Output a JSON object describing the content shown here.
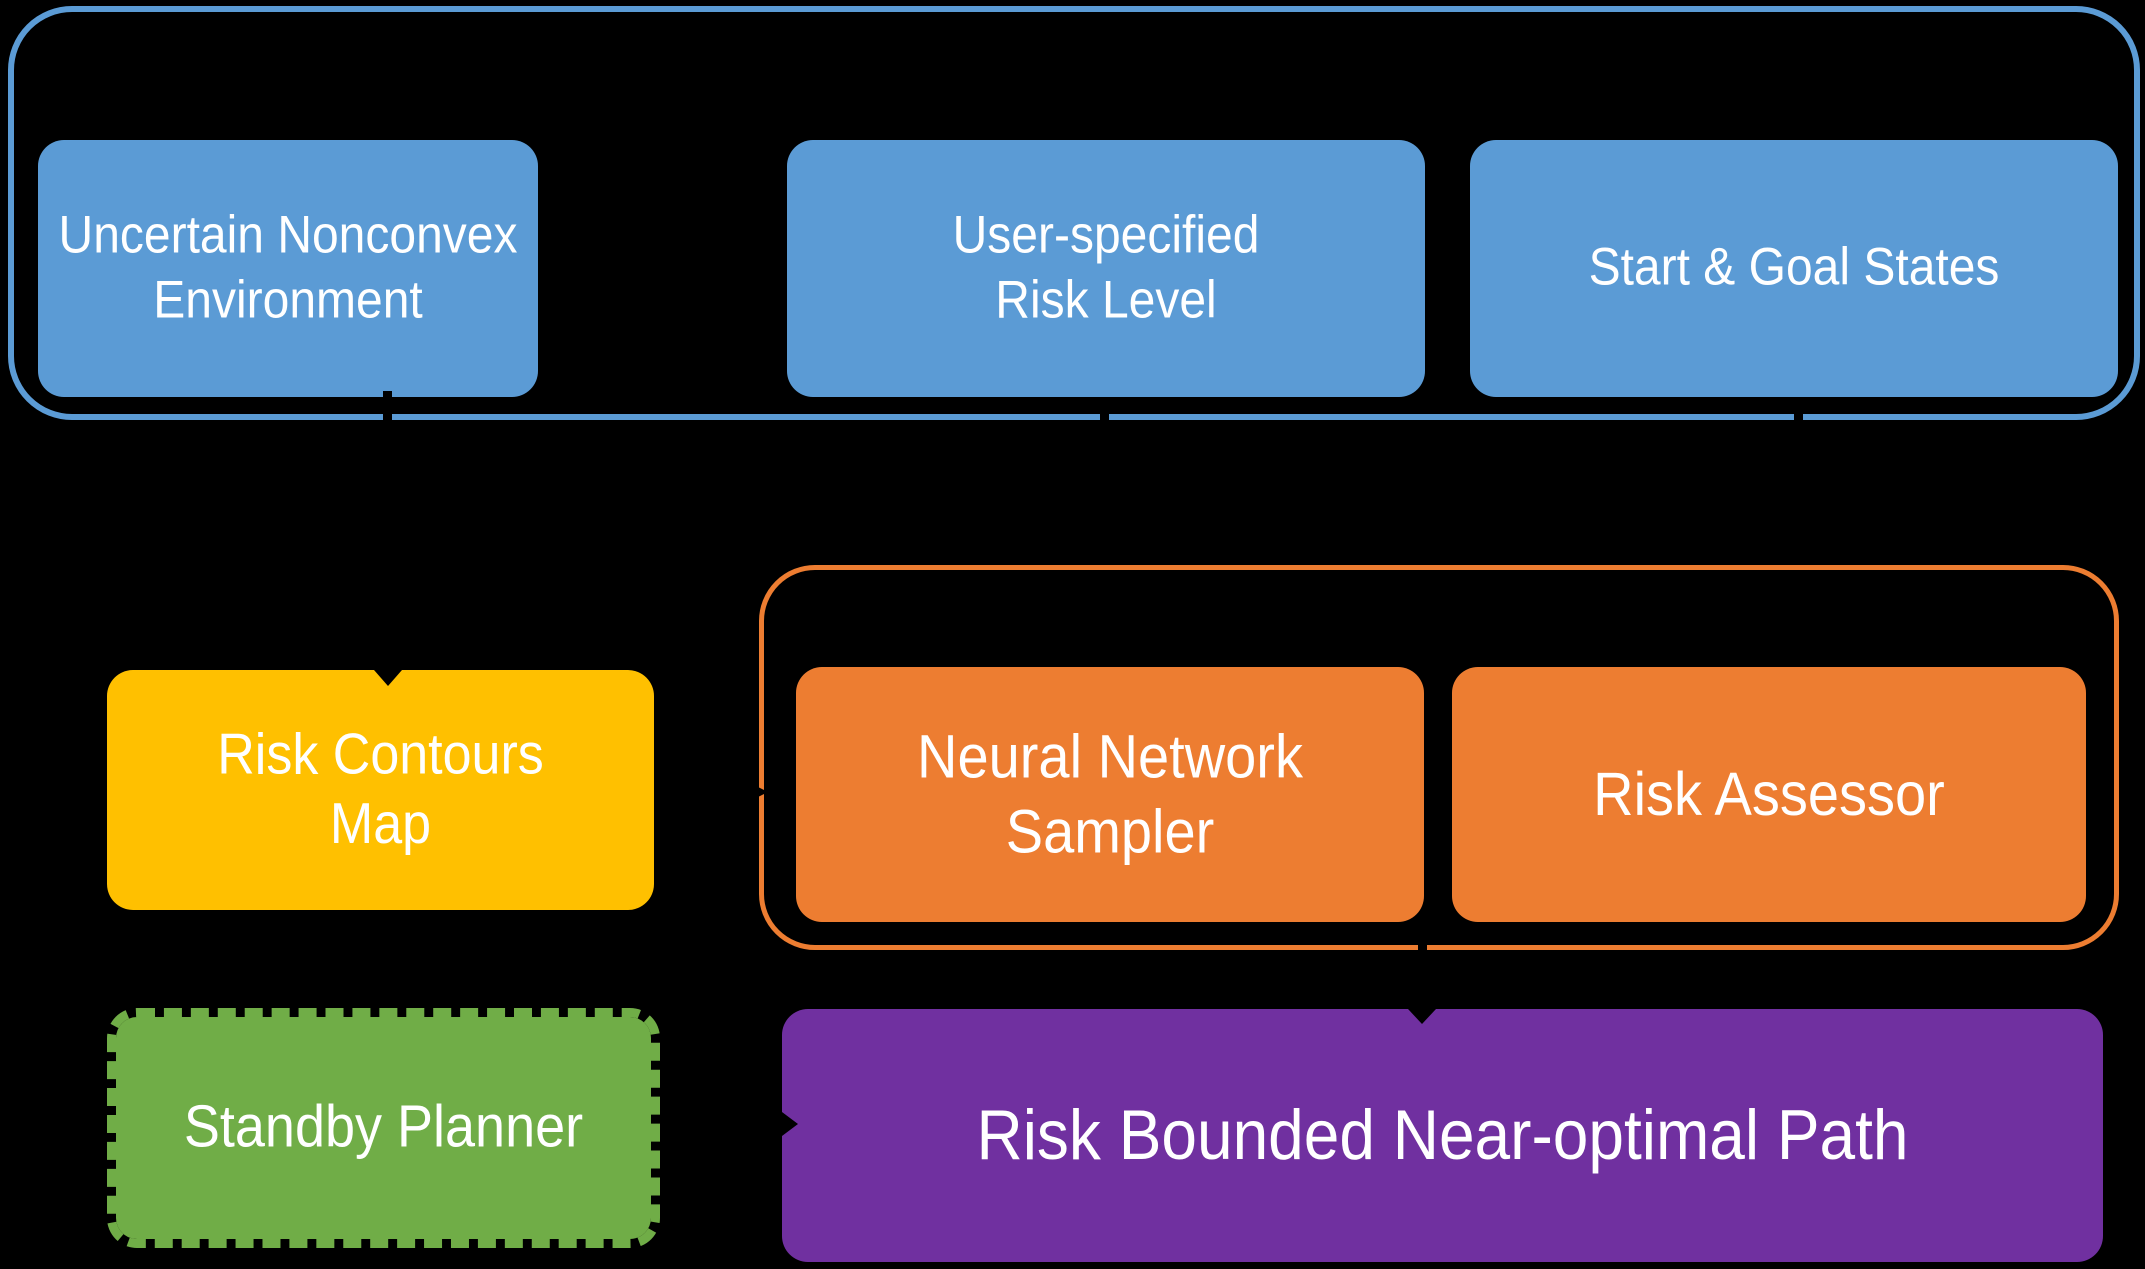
{
  "colors": {
    "background": "#000000",
    "blue": "#5b9bd5",
    "orange": "#ed7d31",
    "yellow": "#ffc000",
    "green": "#70ad47",
    "purple": "#7030a0",
    "text": "#ffffff"
  },
  "inputs_group": {
    "boxes": [
      {
        "label_lines": [
          "Uncertain Nonconvex",
          "Environment"
        ]
      },
      {
        "label_lines": [
          "User-specified",
          "Risk Level"
        ]
      },
      {
        "label_lines": [
          "Start & Goal States"
        ]
      }
    ]
  },
  "risk_contours_map": {
    "label_lines": [
      "Risk Contours",
      "Map"
    ]
  },
  "sampler_group": {
    "boxes": [
      {
        "label_lines": [
          "Neural Network",
          "Sampler"
        ]
      },
      {
        "label_lines": [
          "Risk Assessor"
        ]
      }
    ]
  },
  "standby_planner": {
    "label_lines": [
      "Standby Planner"
    ]
  },
  "output_path": {
    "label_lines": [
      "Risk Bounded Near-optimal Path"
    ]
  }
}
